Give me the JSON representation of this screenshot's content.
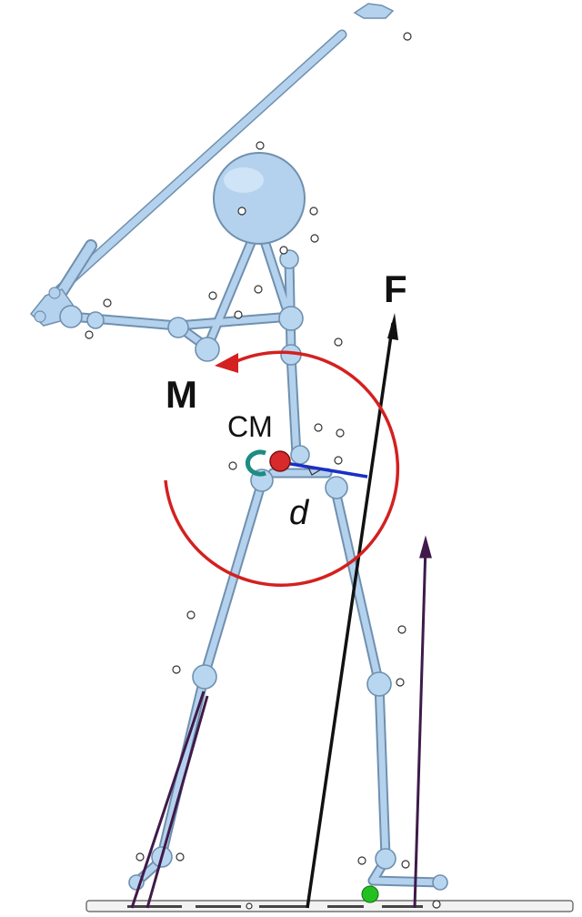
{
  "diagram": {
    "labels": {
      "force": "F",
      "moment": "M",
      "center_of_mass": "CM",
      "moment_arm": "d"
    },
    "colors": {
      "bone": "#b4d2ee",
      "bone_stroke": "#6f90ae",
      "joint": "#b8d6f0",
      "force_vector": "#111111",
      "grf_vector": "#3f1a4a",
      "moment_arc": "#d42020",
      "moment_arm": "#1a2fc8",
      "cm_marker": "#d82a2a",
      "pelvis_marker": "#1c8c84",
      "foot_contact": "#22c020",
      "ground": "#f2f2f2"
    }
  }
}
